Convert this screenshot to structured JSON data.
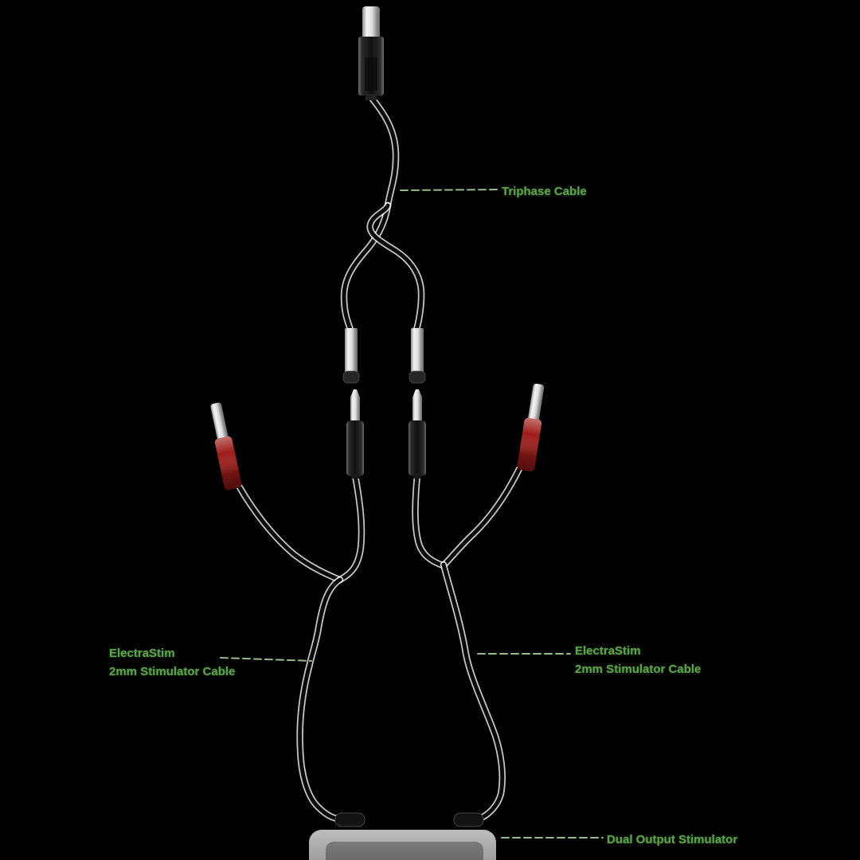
{
  "callouts": {
    "triphase": {
      "label": "Triphase Cable"
    },
    "left_cable": {
      "brand": "ElectraStim",
      "product": "2mm Stimulator Cable"
    },
    "right_cable": {
      "brand": "ElectraStim",
      "product": "2mm Stimulator Cable"
    },
    "device": {
      "label": "Dual Output Stimulator"
    }
  },
  "colors": {
    "background": "#000000",
    "label_text": "#5ca24c",
    "leader_line": "#a9d29b",
    "cable_core": "#0b0b0b",
    "cable_edge": "#ffffff",
    "connector_red": "#9e1c19",
    "connector_silver": "#d8d8d8",
    "connector_black": "#1d1d1d",
    "device_body": "#a6a6a6",
    "device_panel": "#6e6e6e"
  },
  "diagram": {
    "parts": [
      "3.5mm jack plug (top)",
      "triphase y-split cable with crossover",
      "2mm socket left",
      "2mm socket right",
      "2mm black pin connector left",
      "2mm black pin connector right",
      "red pin connector left",
      "red pin connector right",
      "dual output stimulator unit (bottom)"
    ]
  }
}
